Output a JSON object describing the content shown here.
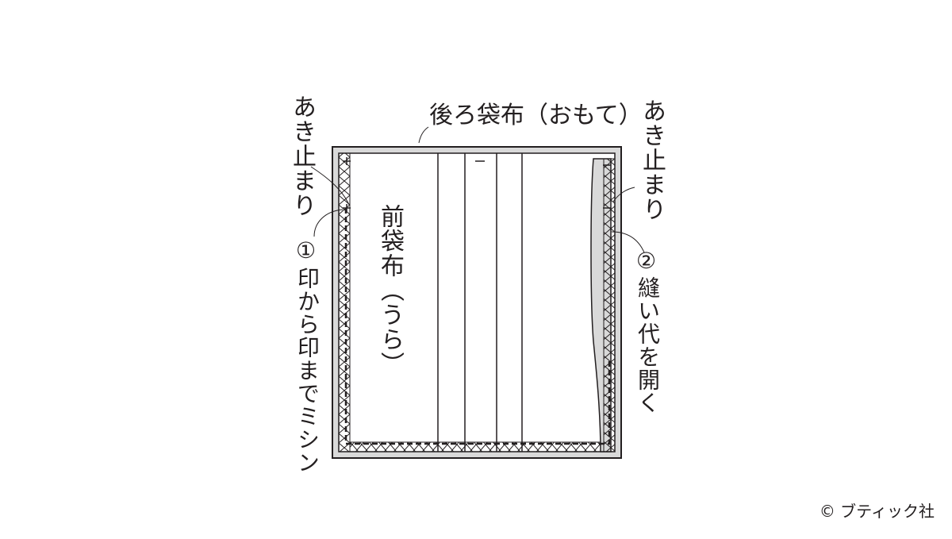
{
  "labels": {
    "back_fabric": "後ろ袋布（おもて）",
    "front_fabric": "前袋布（うら）",
    "opening_stop_left": "あき止まり",
    "opening_stop_right": "あき止まり",
    "step1_mark": "①",
    "step1_text": "印から印までミシン",
    "step2_mark": "②",
    "step2_text": "縫い代を開く"
  },
  "credit": "© ブティック社",
  "colors": {
    "line": "#231f20",
    "shade": "#d9d9d9",
    "background": "#ffffff"
  }
}
